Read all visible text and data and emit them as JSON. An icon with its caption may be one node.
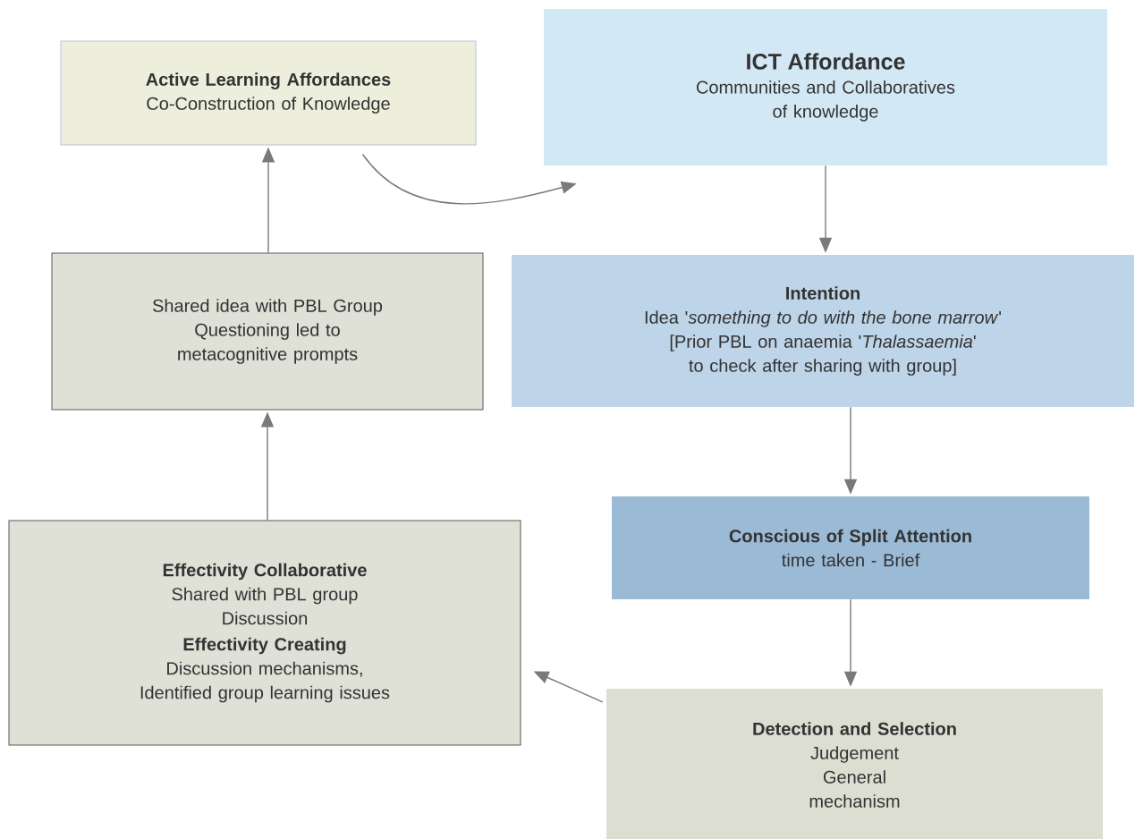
{
  "diagram": {
    "nodes": [
      {
        "text": [
          "Active Learning Affordances",
          "Co-Construction of Knowledge"
        ]
      },
      {
        "text": [
          "ICT Affordance",
          "Communities and Collaboratives of knowledge"
        ]
      },
      {
        "text": [
          "Shared idea with PBL Group",
          "Questioning led to metacognitive prompts"
        ]
      },
      {
        "text": [
          "Intention",
          "Idea '*something to do with the bone marrow*'",
          "[Prior PBL on anaemia '*Thalassaemia*' to check after sharing with group]"
        ]
      },
      {
        "text": [
          "Effectivity Collaborative",
          "Shared with PBL group Discussion",
          "Effectivity Creating",
          "Discussion mechanisms, Identified group learning issues"
        ]
      },
      {
        "text": [
          "Conscious of Split Attention",
          "time taken - Brief"
        ]
      },
      {
        "text": [
          "Detection and Selection",
          "Judgement General mechanism"
        ]
      }
    ],
    "edges": [
      {
        "from": 0,
        "to": 1,
        "arrow": "to"
      },
      {
        "from": 1,
        "to": 3,
        "arrow": "to"
      },
      {
        "from": 3,
        "to": 5,
        "arrow": "to"
      },
      {
        "from": 5,
        "to": 6,
        "arrow": "to"
      },
      {
        "from": 6,
        "to": 4,
        "arrow": "to"
      },
      {
        "from": 4,
        "to": 2,
        "arrow": "to"
      },
      {
        "from": 2,
        "to": 0,
        "arrow": "to"
      }
    ]
  }
}
